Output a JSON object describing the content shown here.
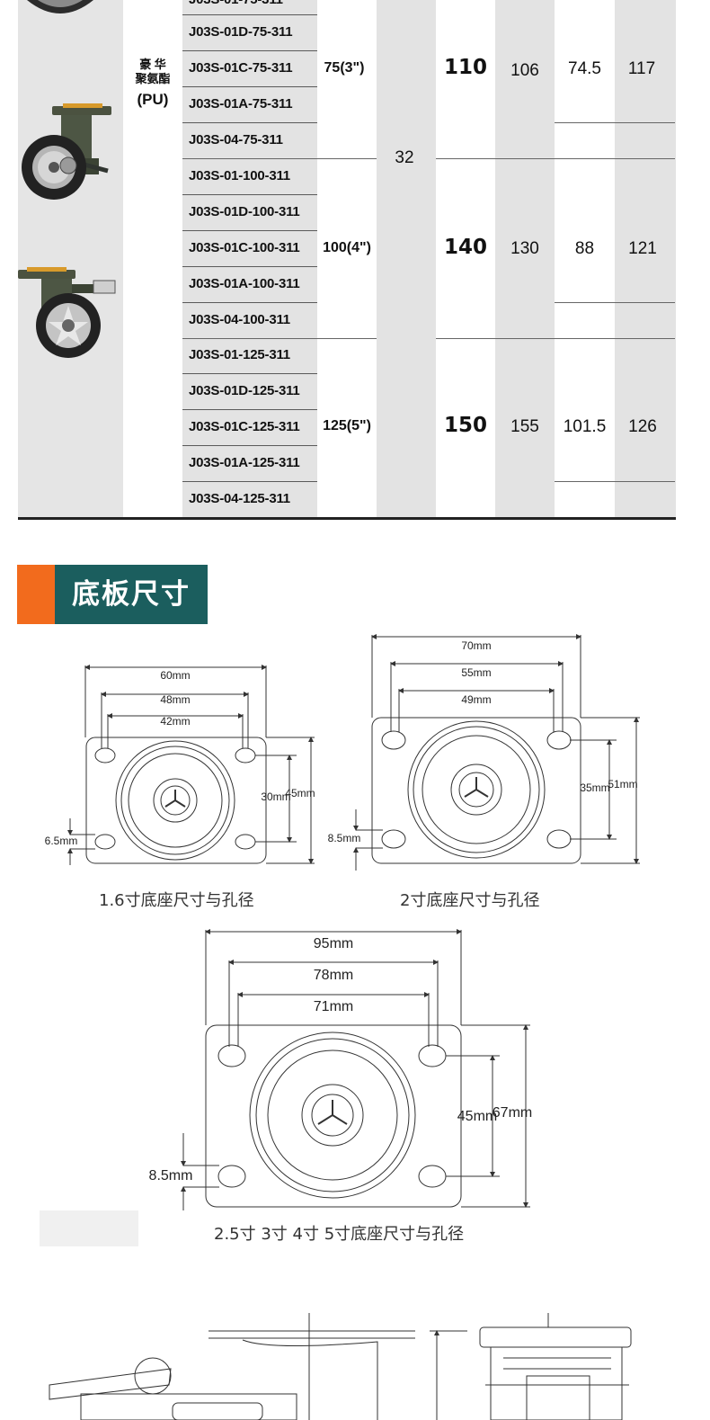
{
  "material": {
    "line1": "豪 华",
    "line2": "聚氨酯",
    "line3": "(PU)"
  },
  "axle_width": "32",
  "groups": [
    {
      "wheel_size": "75(3\")",
      "load": "110",
      "height": "106",
      "offset": "74.5",
      "total": "117",
      "models": [
        "J03S-01D-75-311",
        "J03S-01C-75-311",
        "J03S-01A-75-311",
        "J03S-04-75-311"
      ]
    },
    {
      "wheel_size": "100(4\")",
      "load": "140",
      "height": "130",
      "offset": "88",
      "total": "121",
      "models": [
        "J03S-01-100-311",
        "J03S-01D-100-311",
        "J03S-01C-100-311",
        "J03S-01A-100-311",
        "J03S-04-100-311"
      ]
    },
    {
      "wheel_size": "125(5\")",
      "load": "150",
      "height": "155",
      "offset": "101.5",
      "total": "126",
      "models": [
        "J03S-01-125-311",
        "J03S-01D-125-311",
        "J03S-01C-125-311",
        "J03S-01A-125-311",
        "J03S-04-125-311"
      ]
    }
  ],
  "section_title": "底板尺寸",
  "diagrams": [
    {
      "caption": "1.6寸底座尺寸与孔径",
      "labels": {
        "outer_w": "60mm",
        "hole_w": "48mm",
        "inner_w": "42mm",
        "hole_h": "30mm",
        "outer_h": "45mm",
        "hole_d": "6.5mm"
      }
    },
    {
      "caption": "2寸底座尺寸与孔径",
      "labels": {
        "outer_w": "70mm",
        "hole_w": "55mm",
        "inner_w": "49mm",
        "hole_h": "35mm",
        "outer_h": "51mm",
        "hole_d": "8.5mm"
      }
    },
    {
      "caption": "2.5寸 3寸 4寸 5寸底座尺寸与孔径",
      "labels": {
        "outer_w": "95mm",
        "hole_w": "78mm",
        "inner_w": "71mm",
        "hole_h": "45mm",
        "outer_h": "67mm",
        "hole_d": "8.5mm"
      }
    }
  ],
  "colors": {
    "accent_orange": "#f26b1d",
    "header_teal": "#1b5e5e",
    "table_gray": "#e3e3e3"
  },
  "icons": [
    "caster-wheel-icon",
    "caster-wheel-brake-icon",
    "mounting-plate-icon"
  ]
}
